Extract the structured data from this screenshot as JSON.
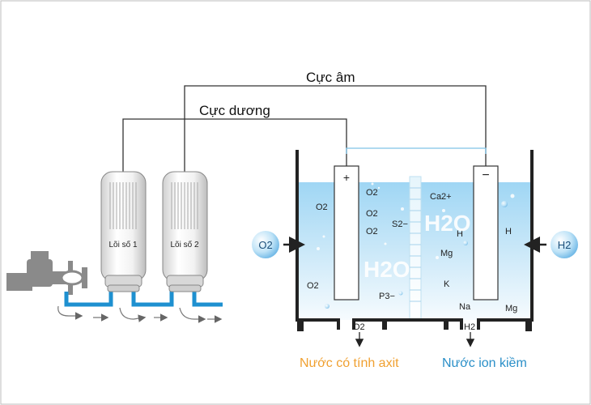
{
  "wires": {
    "cathode_label": "Cực âm",
    "anode_label": "Cực dương"
  },
  "filters": [
    {
      "label": "Lõi số 1"
    },
    {
      "label": "Lõi số 2"
    }
  ],
  "electrodes": {
    "anode_sign": "+",
    "cathode_sign": "−"
  },
  "inputs": {
    "left_gas": "O2",
    "right_gas": "H2"
  },
  "tank": {
    "left_species": [
      "O2",
      "O2",
      "O2",
      "O2",
      "S2−",
      "P3−",
      "O2"
    ],
    "left_water": "H2O",
    "right_species": [
      "Ca2+",
      "H",
      "Mg",
      "K",
      "Na",
      "H",
      "Mg"
    ],
    "right_water": "H2O"
  },
  "outlets": {
    "left_gas": "O2",
    "right_gas": "H2",
    "left_label": "Nước có tính axit",
    "right_label": "Nước ion kiềm"
  },
  "colors": {
    "pipe": "#1e90d0",
    "water_top": "#a9dcf6",
    "water_bottom": "#f2f9fd",
    "acid_label": "#f0a030",
    "alkaline_label": "#2a8fc8",
    "tank_wall": "#222222"
  }
}
